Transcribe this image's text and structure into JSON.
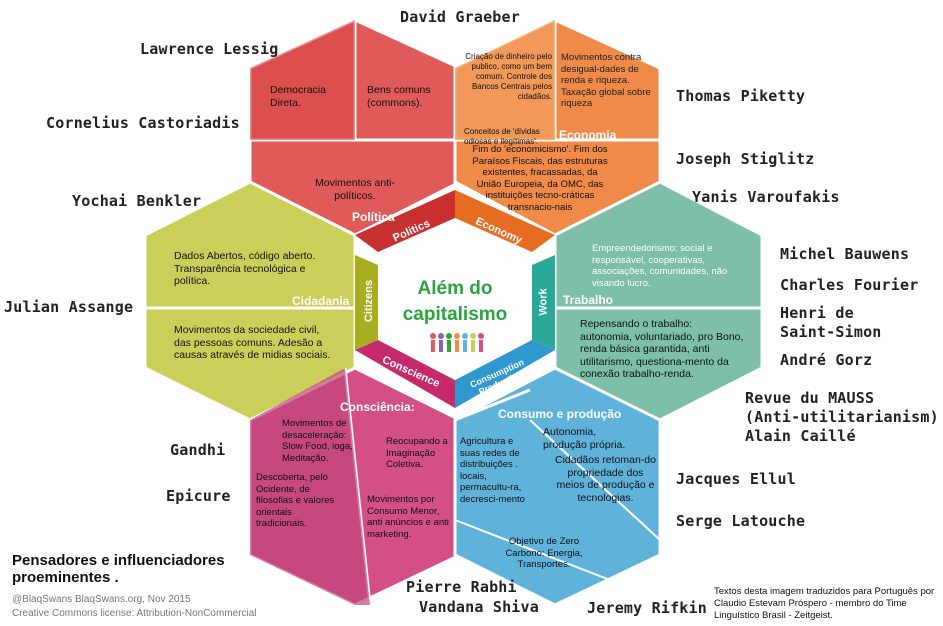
{
  "colors": {
    "politics": "#e05a5a",
    "economy": "#ef8a48",
    "work": "#7dbfa8",
    "consumption": "#5fb3db",
    "conscience": "#d34f86",
    "citizens": "#c9cf58",
    "title_green": "#2aa53c"
  },
  "center": {
    "title_line1": "Além  do",
    "title_line2": "capitalismo"
  },
  "inner_labels": {
    "politics": "Politics",
    "economy": "Economy",
    "work": "Work",
    "consumption": "Consumption\nProduction",
    "conscience": "Conscience",
    "citizens": "Citizens"
  },
  "sections": {
    "politica": "Política",
    "economia": "Economia",
    "trabalho": "Trabalho",
    "consumo": "Consumo e produção",
    "consciencia": "Consciência:",
    "cidadania": "Cidadania"
  },
  "cells": {
    "pol_democracia": "Democracia Direta.",
    "pol_bens": "Bens comuns (commons).",
    "pol_movimentos": "Movimentos anti-políticos.",
    "eco_criacao": "Criação de dinheiro pelo publico, como um bem comum. Controle dos Bancos Centrais pelos cidadãos.",
    "eco_conceitos": "Conceitos de 'dívidas odiosas e ilegítimas'.",
    "eco_desigualdades": "Movimentos contra desigual-dades de renda e riqueza. Taxação global sobre riqueza",
    "eco_fim": "Fim do 'economicismo'. Fim dos Paraísos Fiscais, das estruturas existentes, fracassadas, da União Europeia, da OMC, das instituições tecno-cráticas transnacio-nais",
    "cid_dados": "Dados Abertos, código aberto. Transparência tecnológica e política.",
    "cid_movimentos": "Movimentos da sociedade civil, das pessoas comuns. Adesão a causas através de midias sociais.",
    "trab_empreend": "Empreendedorismo: social e responsável,  cooperativas, associações, comunidades, não visando lucro.",
    "trab_repensando": "Repensando o trabalho: autonomia, voluntariado, pro Bono, renda básica garantida, anti utilitarismo, questiona-mento da conexão trabalho-renda.",
    "cons_desaceleracao": "Movimentos de desaceleração: Slow Food, ioga, Meditação.",
    "cons_descoberta": "Descoberta, pelo Ocidente, de filosofias e valores orientais tradicionais.",
    "cons_reocupando": "Reocupando a Imaginação Coletiva.",
    "cons_consumo_menor": "Movimentos por Consumo Menor, anti anúncios e anti marketing.",
    "prod_agricultura": "Agricultura e suas redes de distribuições . locais, permacultu-ra, decresci-mento",
    "prod_autonomia": "Autonomia, produção própria.",
    "prod_cidadaos": "Cidadãos retoman-do propriedade dos meios de produção e tecnologias.",
    "prod_carbono": "Objetivo de Zero Carbono: Energia, Transportes."
  },
  "people": {
    "graeber": "David Graeber",
    "lessig": "Lawrence Lessig",
    "castoriadis": "Cornelius Castoriadis",
    "piketty": "Thomas Piketty",
    "stiglitz": "Joseph Stiglitz",
    "benkler": "Yochai Benkler",
    "varoufakis": "Yanis Varoufakis",
    "bauwens": "Michel Bauwens",
    "fourier": "Charles Fourier",
    "saintsimon": "Henri de\nSaint-Simon",
    "assange": "Julian Assange",
    "gorz": "André Gorz",
    "mauss": "Revue du MAUSS\n(Anti-utilitarianism)\nAlain Caillé",
    "gandhi": "Gandhi",
    "epicure": "Epicure",
    "ellul": "Jacques Ellul",
    "latouche": "Serge Latouche",
    "rabhi": "Pierre Rabhi",
    "shiva": "Vandana Shiva",
    "rifkin": "Jeremy Rifkin"
  },
  "footer": {
    "title": "Pensadores e influenciadores proeminentes .",
    "credit_line1": "@BlaqSwans BlaqSwans.org, Nov 2015",
    "credit_line2": "Creative Commons license: Attribution-NonCommercial",
    "translation": "Textos desta imagem traduzidos para  Português por Claudio Estevam Próspero - membro do  Time Linguístico Brasil - Zeitgeist."
  }
}
